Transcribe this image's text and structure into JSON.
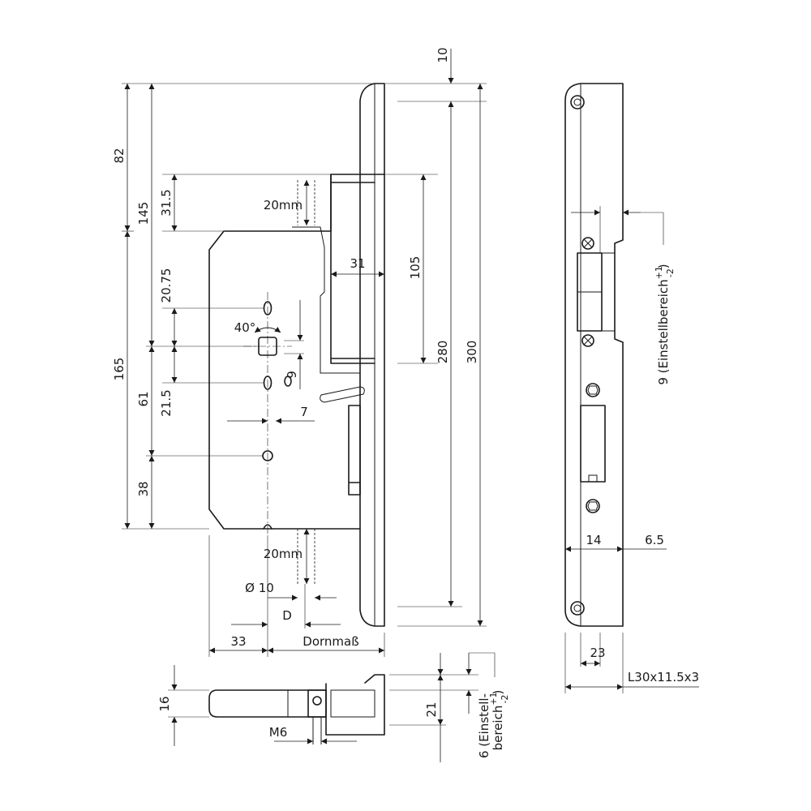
{
  "dimensions": {
    "d10": "10",
    "d82": "82",
    "d145": "145",
    "d31_5": "31.5",
    "d20mm_top": "20mm",
    "d31": "31",
    "d105": "105",
    "d280": "280",
    "d300": "300",
    "d20_75": "20.75",
    "d40": "40°",
    "d9": "9",
    "d165": "165",
    "d61": "61",
    "d21_5": "21.5",
    "d7": "7",
    "d38": "38",
    "d20mm_bottom": "20mm",
    "d_dia10": "Ø 10",
    "d_D": "D",
    "d33": "33",
    "d_dornmass": "Dornmaß",
    "d16": "16",
    "d21": "21",
    "d_m6": "M6",
    "d14": "14",
    "d6_5": "6.5",
    "d23": "23",
    "d_profile": "L30x11.5x3"
  },
  "notes": {
    "einstell_9_main": "9 (Einstellbereich",
    "einstell_9_plus": "+1",
    "einstell_9_minus": "-2",
    "einstell_9_close": ")",
    "einstell_6_main": "6 (Einstell-",
    "einstell_6_line2": "bereich",
    "einstell_6_plus": "+1",
    "einstell_6_minus": "-2",
    "einstell_6_close": ")"
  }
}
